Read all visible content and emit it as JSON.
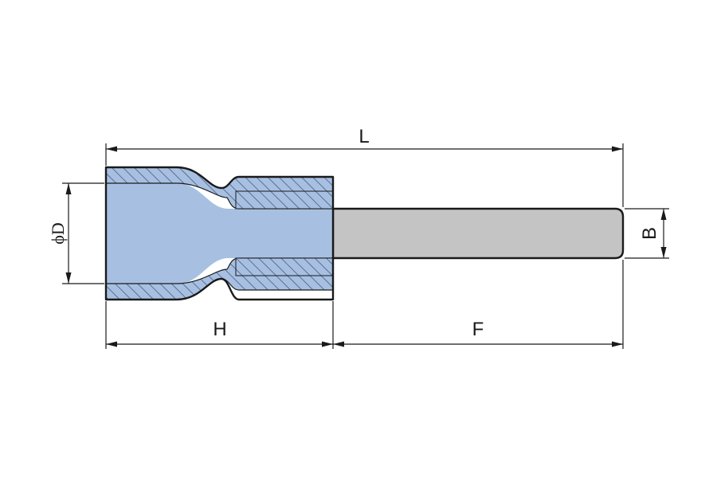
{
  "labels": {
    "length": "L",
    "sleeve_length": "H",
    "pin_length": "F",
    "pin_diameter": "B",
    "outer_diameter": "ϕD"
  },
  "colors": {
    "insulation": "#a7c0e2",
    "insulation_hatch": "#4a5a80",
    "pin": "#c4c4c4",
    "outline": "#1a1a1a"
  }
}
